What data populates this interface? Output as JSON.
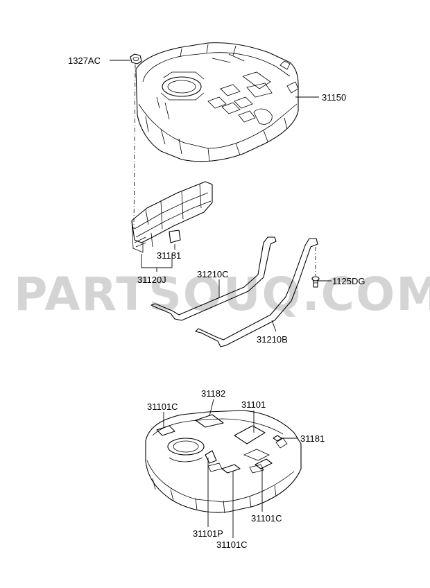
{
  "watermark": "PARTSOUQ.COM",
  "labels": {
    "l1327AC": "1327AC",
    "l31150": "31150",
    "l31181_top": "31181",
    "l31120J": "31120J",
    "l31210C": "31210C",
    "l1125DG": "1125DG",
    "l31210B": "31210B",
    "l31182": "31182",
    "l31101C_a": "31101C",
    "l31101": "31101",
    "l31181_bot": "31181",
    "l31101C_b": "31101C",
    "l31101P": "31101P",
    "l31101C_c": "31101C"
  }
}
